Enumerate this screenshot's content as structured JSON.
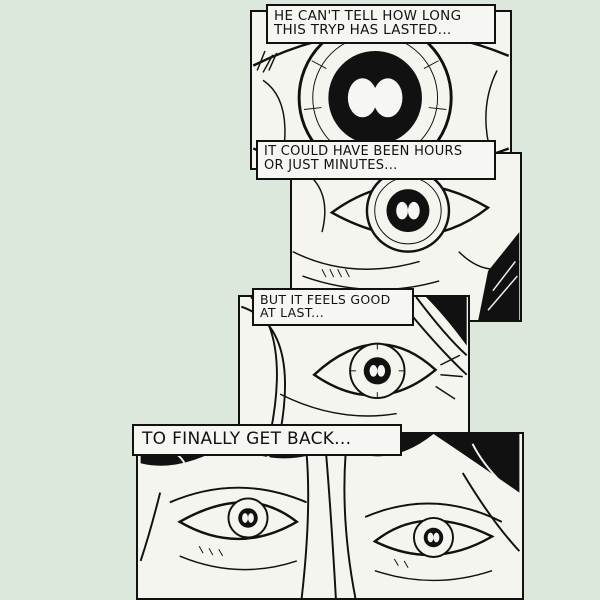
{
  "captions": [
    {
      "lines": [
        "HE CAN'T TELL HOW LONG",
        "THIS TRYP HAS LASTED..."
      ]
    },
    {
      "lines": [
        "IT COULD HAVE BEEN HOURS",
        "OR JUST MINUTES..."
      ]
    },
    {
      "lines": [
        "BUT IT FEELS GOOD",
        "AT LAST..."
      ]
    },
    {
      "lines": [
        "TO FINALLY GET BACK..."
      ]
    }
  ],
  "panels": [
    {
      "subject": "eye-closeup-dilated-pupil"
    },
    {
      "subject": "eye-with-wrinkles"
    },
    {
      "subject": "eye-with-hair-strands"
    },
    {
      "subject": "pair-of-eyes-face"
    }
  ],
  "colors": {
    "background": "#dde8dc",
    "panel": "#f3f5ee",
    "ink": "#111111"
  }
}
